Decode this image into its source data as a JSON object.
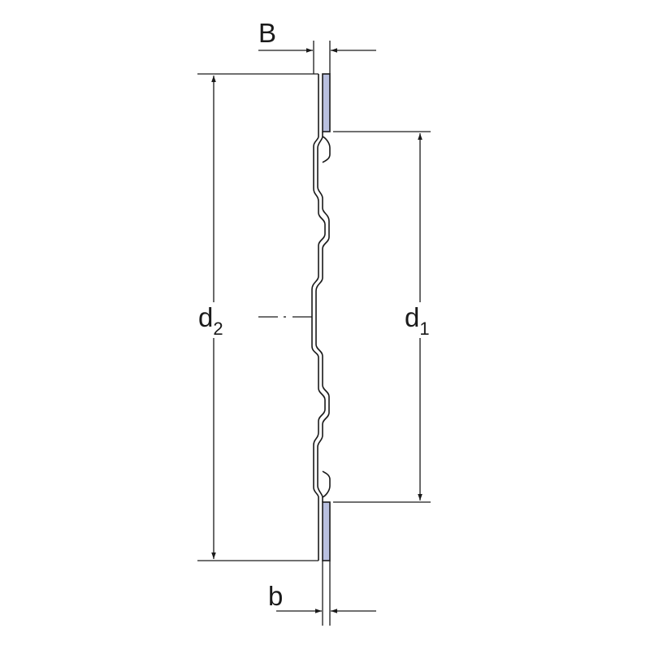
{
  "labels": {
    "B": "B",
    "b": "b",
    "d2_main": "d",
    "d2_sub": "2",
    "d1_main": "d",
    "d1_sub": "1"
  },
  "colors": {
    "line": "#1a1a1a",
    "face_fill": "#b9c0e0",
    "background": "#ffffff"
  }
}
